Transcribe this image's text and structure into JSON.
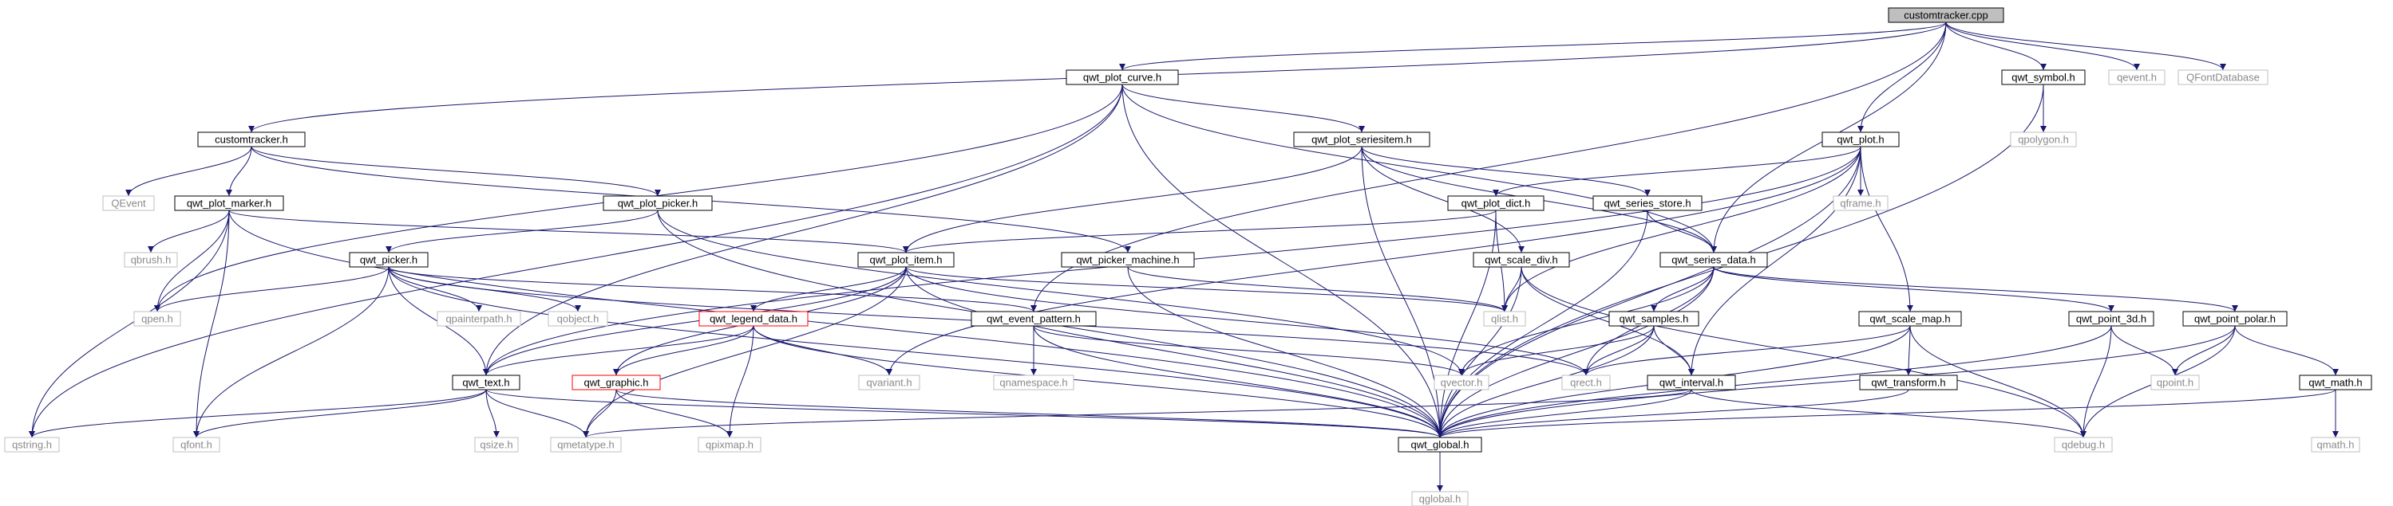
{
  "graph": {
    "nodes": [
      {
        "id": "customtracker_cpp",
        "label": "customtracker.cpp",
        "style": "root"
      },
      {
        "id": "qwt_plot_curve_h",
        "label": "qwt_plot_curve.h",
        "style": "normal"
      },
      {
        "id": "customtracker_h",
        "label": "customtracker.h",
        "style": "normal"
      },
      {
        "id": "qwt_plot_seriesitem_h",
        "label": "qwt_plot_seriesitem.h",
        "style": "normal"
      },
      {
        "id": "qwt_plot_h",
        "label": "qwt_plot.h",
        "style": "normal"
      },
      {
        "id": "qwt_symbol_h",
        "label": "qwt_symbol.h",
        "style": "normal"
      },
      {
        "id": "qevent_h",
        "label": "qevent.h",
        "style": "gray"
      },
      {
        "id": "QFontDatabase",
        "label": "QFontDatabase",
        "style": "gray"
      },
      {
        "id": "qpolygon_h",
        "label": "qpolygon.h",
        "style": "gray"
      },
      {
        "id": "QEvent",
        "label": "QEvent",
        "style": "gray"
      },
      {
        "id": "qwt_plot_marker_h",
        "label": "qwt_plot_marker.h",
        "style": "normal"
      },
      {
        "id": "qwt_plot_picker_h",
        "label": "qwt_plot_picker.h",
        "style": "normal"
      },
      {
        "id": "qwt_plot_dict_h",
        "label": "qwt_plot_dict.h",
        "style": "normal"
      },
      {
        "id": "qwt_series_store_h",
        "label": "qwt_series_store.h",
        "style": "normal"
      },
      {
        "id": "qframe_h",
        "label": "qframe.h",
        "style": "gray"
      },
      {
        "id": "qbrush_h",
        "label": "qbrush.h",
        "style": "gray"
      },
      {
        "id": "qwt_picker_h",
        "label": "qwt_picker.h",
        "style": "normal"
      },
      {
        "id": "qwt_plot_item_h",
        "label": "qwt_plot_item.h",
        "style": "normal"
      },
      {
        "id": "qwt_picker_machine_h",
        "label": "qwt_picker_machine.h",
        "style": "normal"
      },
      {
        "id": "qwt_scale_div_h",
        "label": "qwt_scale_div.h",
        "style": "normal"
      },
      {
        "id": "qwt_series_data_h",
        "label": "qwt_series_data.h",
        "style": "normal"
      },
      {
        "id": "qpen_h",
        "label": "qpen.h",
        "style": "gray"
      },
      {
        "id": "qpainterpath_h",
        "label": "qpainterpath.h",
        "style": "gray"
      },
      {
        "id": "qobject_h",
        "label": "qobject.h",
        "style": "gray"
      },
      {
        "id": "qlist_h",
        "label": "qlist.h",
        "style": "gray"
      },
      {
        "id": "qwt_legend_data_h",
        "label": "qwt_legend_data.h",
        "style": "red"
      },
      {
        "id": "qwt_event_pattern_h",
        "label": "qwt_event_pattern.h",
        "style": "normal"
      },
      {
        "id": "qwt_samples_h",
        "label": "qwt_samples.h",
        "style": "normal"
      },
      {
        "id": "qwt_scale_map_h",
        "label": "qwt_scale_map.h",
        "style": "normal"
      },
      {
        "id": "qwt_point_3d_h",
        "label": "qwt_point_3d.h",
        "style": "normal"
      },
      {
        "id": "qwt_point_polar_h",
        "label": "qwt_point_polar.h",
        "style": "normal"
      },
      {
        "id": "qwt_text_h",
        "label": "qwt_text.h",
        "style": "normal"
      },
      {
        "id": "qwt_graphic_h",
        "label": "qwt_graphic.h",
        "style": "red"
      },
      {
        "id": "qvariant_h",
        "label": "qvariant.h",
        "style": "gray"
      },
      {
        "id": "qnamespace_h",
        "label": "qnamespace.h",
        "style": "gray"
      },
      {
        "id": "qvector_h",
        "label": "qvector.h",
        "style": "gray"
      },
      {
        "id": "qrect_h",
        "label": "qrect.h",
        "style": "gray"
      },
      {
        "id": "qwt_interval_h",
        "label": "qwt_interval.h",
        "style": "normal"
      },
      {
        "id": "qwt_transform_h",
        "label": "qwt_transform.h",
        "style": "normal"
      },
      {
        "id": "qpoint_h",
        "label": "qpoint.h",
        "style": "gray"
      },
      {
        "id": "qwt_math_h",
        "label": "qwt_math.h",
        "style": "normal"
      },
      {
        "id": "qstring_h",
        "label": "qstring.h",
        "style": "gray"
      },
      {
        "id": "qfont_h",
        "label": "qfont.h",
        "style": "gray"
      },
      {
        "id": "qsize_h",
        "label": "qsize.h",
        "style": "gray"
      },
      {
        "id": "qmetatype_h",
        "label": "qmetatype.h",
        "style": "gray"
      },
      {
        "id": "qpixmap_h",
        "label": "qpixmap.h",
        "style": "gray"
      },
      {
        "id": "qwt_global_h",
        "label": "qwt_global.h",
        "style": "normal"
      },
      {
        "id": "qdebug_h",
        "label": "qdebug.h",
        "style": "gray"
      },
      {
        "id": "qmath_h",
        "label": "qmath.h",
        "style": "gray"
      },
      {
        "id": "qglobal_h",
        "label": "qglobal.h",
        "style": "gray"
      }
    ],
    "edges": [
      [
        "customtracker_cpp",
        "qwt_plot_curve_h"
      ],
      [
        "customtracker_cpp",
        "customtracker_h"
      ],
      [
        "customtracker_cpp",
        "qwt_plot_h"
      ],
      [
        "customtracker_cpp",
        "qwt_symbol_h"
      ],
      [
        "customtracker_cpp",
        "qevent_h"
      ],
      [
        "customtracker_cpp",
        "QFontDatabase"
      ],
      [
        "customtracker_cpp",
        "qwt_series_data_h"
      ],
      [
        "customtracker_cpp",
        "qwt_event_pattern_h"
      ],
      [
        "qwt_plot_curve_h",
        "qwt_plot_seriesitem_h"
      ],
      [
        "qwt_plot_curve_h",
        "qwt_series_data_h"
      ],
      [
        "qwt_plot_curve_h",
        "qwt_text_h"
      ],
      [
        "qwt_plot_curve_h",
        "qwt_global_h"
      ],
      [
        "qwt_plot_curve_h",
        "qpen_h"
      ],
      [
        "qwt_plot_curve_h",
        "qstring_h"
      ],
      [
        "customtracker_h",
        "QEvent"
      ],
      [
        "customtracker_h",
        "qwt_plot_marker_h"
      ],
      [
        "customtracker_h",
        "qwt_plot_picker_h"
      ],
      [
        "customtracker_h",
        "qwt_picker_machine_h"
      ],
      [
        "qwt_plot_seriesitem_h",
        "qwt_plot_item_h"
      ],
      [
        "qwt_plot_seriesitem_h",
        "qwt_scale_div_h"
      ],
      [
        "qwt_plot_seriesitem_h",
        "qwt_series_data_h"
      ],
      [
        "qwt_plot_seriesitem_h",
        "qwt_series_store_h"
      ],
      [
        "qwt_plot_seriesitem_h",
        "qwt_global_h"
      ],
      [
        "qwt_plot_h",
        "qwt_text_h"
      ],
      [
        "qwt_plot_h",
        "qwt_plot_dict_h"
      ],
      [
        "qwt_plot_h",
        "qwt_scale_map_h"
      ],
      [
        "qwt_plot_h",
        "qwt_interval_h"
      ],
      [
        "qwt_plot_h",
        "qframe_h"
      ],
      [
        "qwt_plot_h",
        "qlist_h"
      ],
      [
        "qwt_plot_h",
        "qvariant_h"
      ],
      [
        "qwt_plot_h",
        "qwt_global_h"
      ],
      [
        "qwt_symbol_h",
        "qpolygon_h"
      ],
      [
        "qwt_symbol_h",
        "qwt_global_h"
      ],
      [
        "qwt_plot_marker_h",
        "qwt_plot_item_h"
      ],
      [
        "qwt_plot_marker_h",
        "qbrush_h"
      ],
      [
        "qwt_plot_marker_h",
        "qpen_h"
      ],
      [
        "qwt_plot_marker_h",
        "qfont_h"
      ],
      [
        "qwt_plot_marker_h",
        "qstring_h"
      ],
      [
        "qwt_plot_marker_h",
        "qwt_global_h"
      ],
      [
        "qwt_plot_picker_h",
        "qwt_picker_h"
      ],
      [
        "qwt_plot_picker_h",
        "qvector_h"
      ],
      [
        "qwt_plot_picker_h",
        "qwt_global_h"
      ],
      [
        "qwt_plot_dict_h",
        "qwt_plot_item_h"
      ],
      [
        "qwt_plot_dict_h",
        "qlist_h"
      ],
      [
        "qwt_plot_dict_h",
        "qwt_global_h"
      ],
      [
        "qwt_series_store_h",
        "qwt_series_data_h"
      ],
      [
        "qwt_series_store_h",
        "qwt_global_h"
      ],
      [
        "qwt_picker_h",
        "qwt_event_pattern_h"
      ],
      [
        "qwt_picker_h",
        "qwt_text_h"
      ],
      [
        "qwt_picker_h",
        "qpen_h"
      ],
      [
        "qwt_picker_h",
        "qpainterpath_h"
      ],
      [
        "qwt_picker_h",
        "qobject_h"
      ],
      [
        "qwt_picker_h",
        "qfont_h"
      ],
      [
        "qwt_picker_h",
        "qrect_h"
      ],
      [
        "qwt_picker_h",
        "qwt_global_h"
      ],
      [
        "qwt_plot_item_h",
        "qwt_legend_data_h"
      ],
      [
        "qwt_plot_item_h",
        "qwt_text_h"
      ],
      [
        "qwt_plot_item_h",
        "qwt_graphic_h"
      ],
      [
        "qwt_plot_item_h",
        "qmetatype_h"
      ],
      [
        "qwt_plot_item_h",
        "qrect_h"
      ],
      [
        "qwt_plot_item_h",
        "qlist_h"
      ],
      [
        "qwt_plot_item_h",
        "qwt_global_h"
      ],
      [
        "qwt_picker_machine_h",
        "qlist_h"
      ],
      [
        "qwt_picker_machine_h",
        "qwt_global_h"
      ],
      [
        "qwt_scale_div_h",
        "qwt_interval_h"
      ],
      [
        "qwt_scale_div_h",
        "qlist_h"
      ],
      [
        "qwt_scale_div_h",
        "qdebug_h"
      ],
      [
        "qwt_scale_div_h",
        "qwt_global_h"
      ],
      [
        "qwt_series_data_h",
        "qwt_samples_h"
      ],
      [
        "qwt_series_data_h",
        "qwt_point_3d_h"
      ],
      [
        "qwt_series_data_h",
        "qwt_point_polar_h"
      ],
      [
        "qwt_series_data_h",
        "qvector_h"
      ],
      [
        "qwt_series_data_h",
        "qrect_h"
      ],
      [
        "qwt_series_data_h",
        "qwt_global_h"
      ],
      [
        "qwt_legend_data_h",
        "qwt_text_h"
      ],
      [
        "qwt_legend_data_h",
        "qwt_graphic_h"
      ],
      [
        "qwt_legend_data_h",
        "qvariant_h"
      ],
      [
        "qwt_legend_data_h",
        "qpixmap_h"
      ],
      [
        "qwt_legend_data_h",
        "qwt_global_h"
      ],
      [
        "qwt_event_pattern_h",
        "qnamespace_h"
      ],
      [
        "qwt_event_pattern_h",
        "qvector_h"
      ],
      [
        "qwt_event_pattern_h",
        "qwt_global_h"
      ],
      [
        "qwt_samples_h",
        "qwt_interval_h"
      ],
      [
        "qwt_samples_h",
        "qvector_h"
      ],
      [
        "qwt_samples_h",
        "qrect_h"
      ],
      [
        "qwt_samples_h",
        "qwt_global_h"
      ],
      [
        "qwt_scale_map_h",
        "qwt_transform_h"
      ],
      [
        "qwt_scale_map_h",
        "qrect_h"
      ],
      [
        "qwt_scale_map_h",
        "qdebug_h"
      ],
      [
        "qwt_scale_map_h",
        "qwt_global_h"
      ],
      [
        "qwt_point_3d_h",
        "qpoint_h"
      ],
      [
        "qwt_point_3d_h",
        "qdebug_h"
      ],
      [
        "qwt_point_3d_h",
        "qwt_global_h"
      ],
      [
        "qwt_point_polar_h",
        "qwt_math_h"
      ],
      [
        "qwt_point_polar_h",
        "qpoint_h"
      ],
      [
        "qwt_point_polar_h",
        "qdebug_h"
      ],
      [
        "qwt_point_polar_h",
        "qwt_global_h"
      ],
      [
        "qwt_text_h",
        "qstring_h"
      ],
      [
        "qwt_text_h",
        "qfont_h"
      ],
      [
        "qwt_text_h",
        "qsize_h"
      ],
      [
        "qwt_text_h",
        "qmetatype_h"
      ],
      [
        "qwt_text_h",
        "qwt_global_h"
      ],
      [
        "qwt_graphic_h",
        "qmetatype_h"
      ],
      [
        "qwt_graphic_h",
        "qpixmap_h"
      ],
      [
        "qwt_graphic_h",
        "qwt_global_h"
      ],
      [
        "qwt_interval_h",
        "qmetatype_h"
      ],
      [
        "qwt_interval_h",
        "qdebug_h"
      ],
      [
        "qwt_interval_h",
        "qwt_global_h"
      ],
      [
        "qwt_transform_h",
        "qwt_global_h"
      ],
      [
        "qwt_math_h",
        "qmath_h"
      ],
      [
        "qwt_math_h",
        "qwt_global_h"
      ],
      [
        "qwt_global_h",
        "qglobal_h"
      ]
    ]
  },
  "colors": {
    "root_fill": "#bfbfbf",
    "node_fill": "#ffffff",
    "node_border": "#000000",
    "gray_border": "#bfbfbf",
    "gray_text": "#8a8a8a",
    "red_border": "#ff0000",
    "edge": "#191970"
  }
}
